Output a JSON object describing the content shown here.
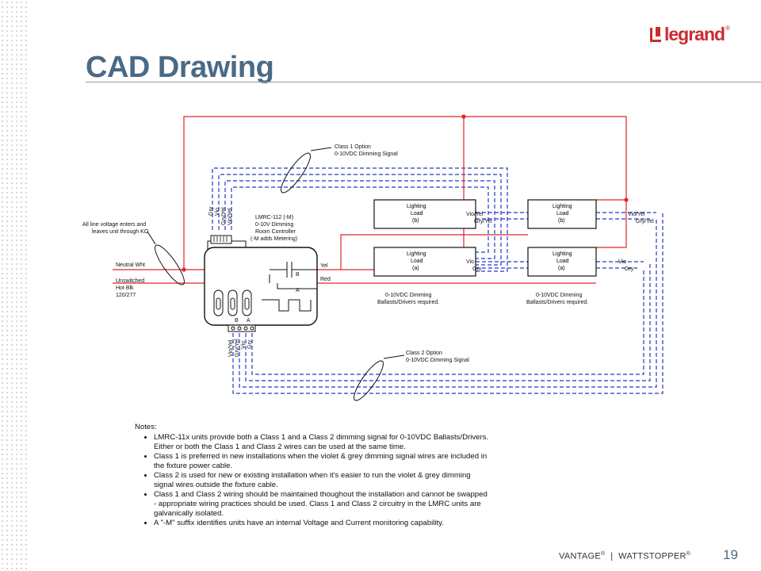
{
  "slide": {
    "title": "CAD Drawing",
    "logo": "legrand",
    "footer_left": "VANTAGE",
    "footer_right": "WATTSTOPPER",
    "page_number": "19"
  },
  "colors": {
    "title": "#4a6a86",
    "line_voltage": "#e0262b",
    "dimming_signal": "#2a36c8",
    "logo": "#cc2a31"
  },
  "diagram": {
    "class1_title": "Class 1 Option",
    "class1_sub": "0-10VDC Dimming Signal",
    "class2_title": "Class 2 Option",
    "class2_sub": "0-10VDC Dimming Signal",
    "line_entry_1": "All line voltage enters and",
    "line_entry_2": "leaves unit through KO",
    "neutral": "Neutral Wht",
    "hot_1": "Unswitched",
    "hot_2": "Hot Blk",
    "hot_3": "120/277",
    "controller_1": "LMRC-112 (-M)",
    "controller_2": "0-10V Dimming",
    "controller_3": "Room Controller",
    "controller_4": "(-M adds Metering)",
    "yel": "Yel",
    "red": "Red",
    "relay_b": "B",
    "relay_a": "A",
    "terminal_b": "B",
    "terminal_a": "A",
    "top_wires": [
      "Gry",
      "Vio",
      "Gry/Yel",
      "Vio/Yel"
    ],
    "bottom_wires": [
      "Vio/Yel",
      "Gry/Yel",
      "Vio",
      "Gry"
    ],
    "load_title": "Lighting",
    "load_sub": "Load",
    "load_b": "(b)",
    "load_a": "(a)",
    "vio_yel": "Vio/Yel",
    "gry_yel": "Gry/Yel",
    "vio": "Vio",
    "gry": "Gry",
    "ballast_1": "0-10VDC Dimming",
    "ballast_2": "Ballasts/Drivers required."
  },
  "notes": {
    "title": "Notes:",
    "items": [
      "LMRC-11x units provide both a Class 1 and a Class 2 dimming signal for 0-10VDC Ballasts/Drivers. Either or both the Class 1 and Class 2 wires can be used at the same time.",
      "Class 1 is preferred in new installations when the violet & grey dimming signal wires are included in the fixture power cable.",
      "Class 2 is used for new or existing installation when it's easier to run the violet & grey dimming signal wires outside the fixture cable.",
      "Class 1 and Class 2 wiring should be maintained thoughout the installation and cannot be swapped - appropriate wiring practices should be used. Class 1 and Class 2 circuitry in the LMRC units are galvanically isolated.",
      "A \"-M\" suffix identifies units have an internal Voltage and Current monitoring capability."
    ]
  }
}
